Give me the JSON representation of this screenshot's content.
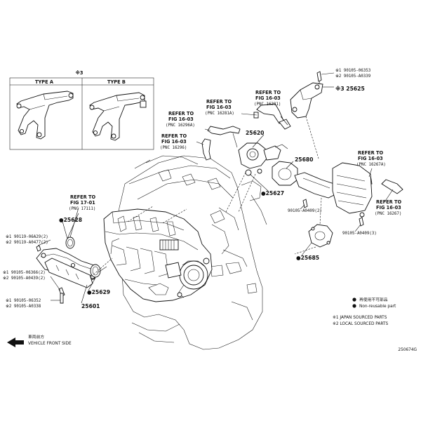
{
  "typebox": {
    "marker": "※3",
    "type_a": "TYPE A",
    "type_b": "TYPE B"
  },
  "refs": {
    "ref_16296a": {
      "line1": "REFER TO",
      "line2": "FIG 16-03",
      "line3": "(PNC 16296A)"
    },
    "ref_16296": {
      "line1": "REFER TO",
      "line2": "FIG 16-03",
      "line3": "(PNC 16296)"
    },
    "ref_16281a": {
      "line1": "REFER TO",
      "line2": "FIG 16-03",
      "line3": "(PNC 16281A)"
    },
    "ref_16281": {
      "line1": "REFER TO",
      "line2": "FIG 16-03",
      "line3": "(PNC 16281)"
    },
    "ref_17111": {
      "line1": "REFER TO",
      "line2": "FIG 17-01",
      "line3": "(PNC 17111)"
    },
    "ref_16267a": {
      "line1": "REFER TO",
      "line2": "FIG 16-03",
      "line3": "(PNC 16267A)"
    },
    "ref_16267": {
      "line1": "REFER TO",
      "line2": "FIG 16-03",
      "line3": "(PNC 16267)"
    }
  },
  "parts": {
    "p25625": "※3 25625",
    "p25620": "25620",
    "p25680": "25680",
    "p25627": "●25627",
    "p25628": "●25628",
    "p25629": "●25629",
    "p25601": "25601",
    "p25685": "●25685"
  },
  "bolts": {
    "b06353": "※1 90105-06353",
    "b0a339_top": "※2 90105-A0339",
    "b0a409_2": "90105-A0409(2)",
    "b0a409_3": "90105-A0409(3)",
    "b06a29": "※1 90119-06A29(2)",
    "b0a477": "※2 90119-A0477(2)",
    "b06366": "※1 90105-06366(2)",
    "b0a439": "※2 90105-A0439(2)",
    "b06352": "※1 90105-06352",
    "b0a338": "※2 90105-A0338"
  },
  "legend": {
    "jp_nonreuse": "再使用不可部品",
    "nonreuse": "Non-reusable part",
    "japan": "※1 JAPAN SOURCED PARTS",
    "local": "※2 LOCAL SOURCED PARTS"
  },
  "front": {
    "jp": "車両前方",
    "en": "VEHICLE FRONT SIDE"
  },
  "figure_id": "250674G"
}
